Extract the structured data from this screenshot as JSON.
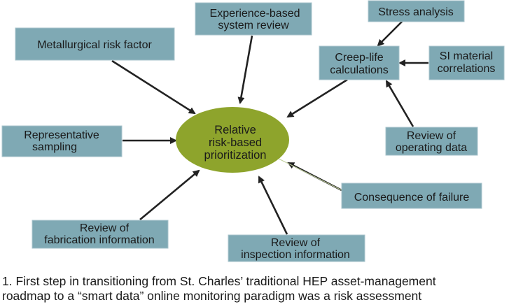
{
  "diagram": {
    "center": {
      "lines": [
        "Relative",
        "risk-based",
        "prioritization"
      ]
    },
    "nodes": {
      "metallurgical": {
        "lines": [
          "Metallurgical risk factor"
        ]
      },
      "experience": {
        "lines": [
          "Experience-based",
          "system review"
        ]
      },
      "stress": {
        "lines": [
          "Stress analysis"
        ]
      },
      "creep": {
        "lines": [
          "Creep-life",
          "calculations"
        ]
      },
      "si": {
        "lines": [
          "SI material",
          "correlations"
        ]
      },
      "representative": {
        "lines": [
          "Representative",
          "sampling"
        ]
      },
      "operating": {
        "lines": [
          "Review of",
          "operating data"
        ]
      },
      "consequence": {
        "lines": [
          "Consequence of failure"
        ]
      },
      "fabrication": {
        "lines": [
          "Review of",
          "fabrication information"
        ]
      },
      "inspection": {
        "lines": [
          "Review of",
          "inspection information"
        ]
      }
    },
    "colors": {
      "box_fill": "#7fa9b4",
      "box_stroke": "#a9c4cc",
      "ellipse_fill": "#8ea42c",
      "arrow": "#222222"
    }
  },
  "caption": {
    "line1": "1. First step in transitioning from St. Charles’ traditional HEP asset-management",
    "line2": "roadmap to a “smart data” online monitoring paradigm was a risk assessment"
  }
}
